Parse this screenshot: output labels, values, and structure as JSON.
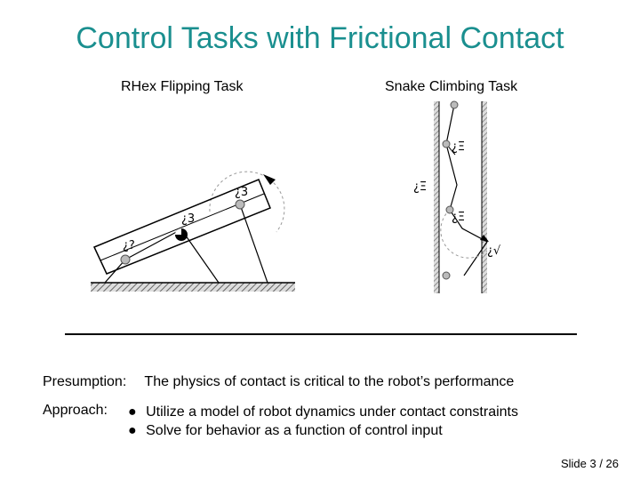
{
  "slide": {
    "title": "Control Tasks with Frictional Contact",
    "left_caption": "RHex Flipping Task",
    "right_caption": "Snake Climbing Task",
    "presumption_label": "Presumption:",
    "presumption_text": "The physics of contact is critical to the robot’s performance",
    "approach_label": "Approach:",
    "approach_items": [
      "Utilize a model of robot dynamics under contact constraints",
      "Solve for behavior as a function of control input"
    ],
    "bullet_glyph": "●",
    "slide_number": "Slide 3 / 26"
  },
  "figures": {
    "rhex_labels": [
      "¿3",
      "¿3",
      "¿?"
    ],
    "snake_labels": [
      "¿Ξ",
      "¿Ξ",
      "¿Ξ",
      "¿√"
    ]
  }
}
